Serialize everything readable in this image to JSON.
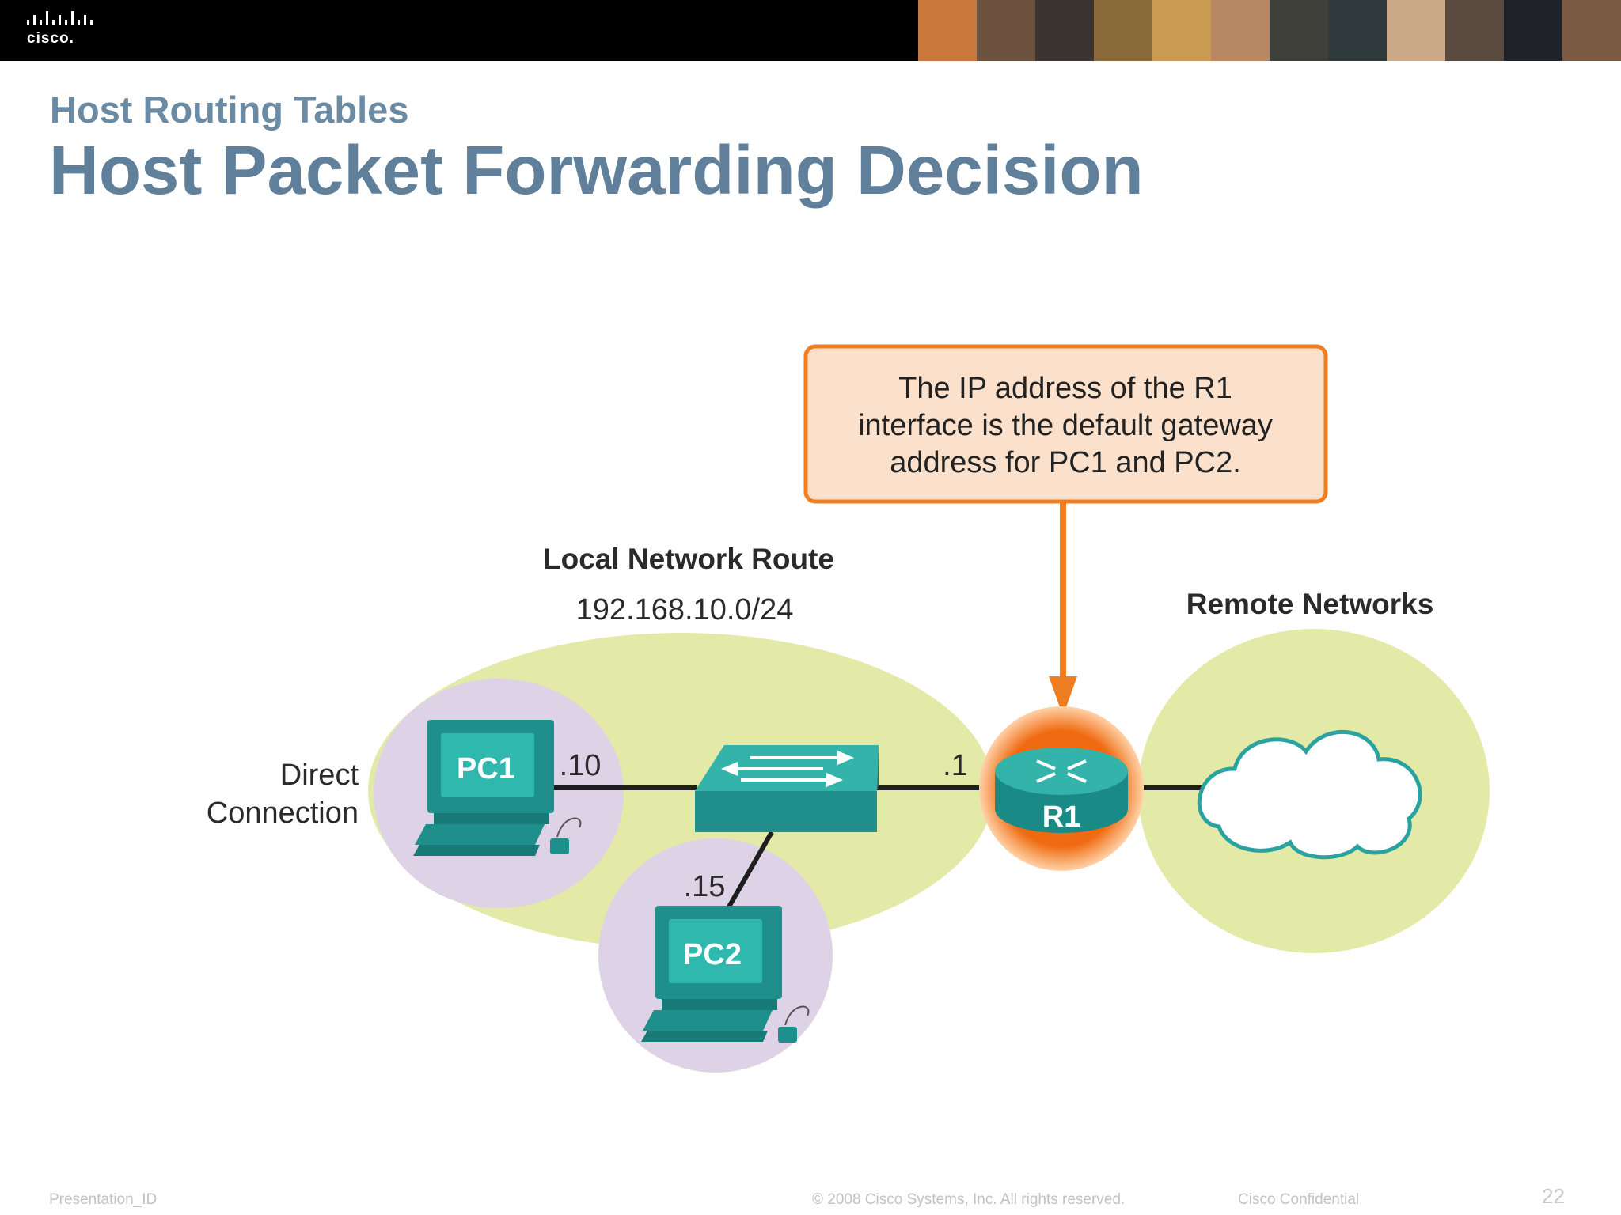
{
  "header": {
    "logo_text": "cisco.",
    "photo_tones": [
      "#c8783a",
      "#6e5240",
      "#3c3430",
      "#8a6a3a",
      "#c89a52",
      "#b78863",
      "#40403a",
      "#2e3a3c",
      "#caa888",
      "#5a4a3e",
      "#1e2228",
      "#7a5a40"
    ]
  },
  "slide": {
    "subtitle": "Host Routing Tables",
    "title": "Host Packet Forwarding Decision"
  },
  "diagram": {
    "callout_lines": [
      "The IP address of the R1",
      "interface is the default gateway",
      "address for PC1 and PC2."
    ],
    "local_route_label": "Local Network Route",
    "local_network": "192.168.10.0/24",
    "remote_label": "Remote Networks",
    "direct_label_line1": "Direct",
    "direct_label_line2": "Connection",
    "pc1": {
      "name": "PC1",
      "host": ".10"
    },
    "pc2": {
      "name": "PC2",
      "host": ".15"
    },
    "router": {
      "name": "R1",
      "host": ".1"
    }
  },
  "footer": {
    "presentation_id": "Presentation_ID",
    "copyright": "© 2008 Cisco Systems, Inc. All rights reserved.",
    "confidential": "Cisco Confidential",
    "page_number": "22"
  },
  "colors": {
    "title": "#5f7f9a",
    "callout_border": "#ef7d22",
    "callout_fill": "#fbe1cc",
    "network_fill": "#e3eaa8",
    "pc_halo": "#ddd2e6",
    "device_teal": "#1e8f8a"
  }
}
